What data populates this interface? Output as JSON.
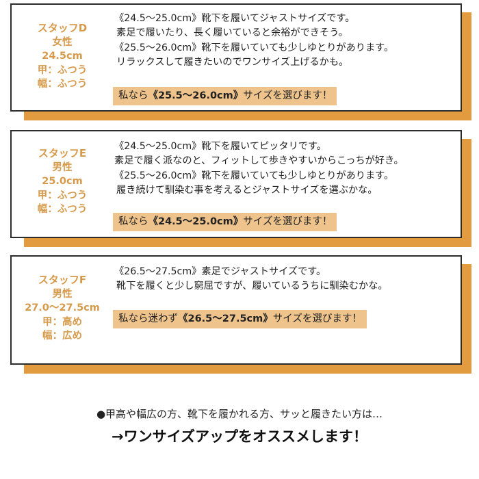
{
  "cards": [
    {
      "staff": {
        "name": "スタッフD",
        "gender": "女性",
        "size": "24.5cm",
        "instep": "甲：ふつう",
        "width": "幅：ふつう"
      },
      "lines": [
        "《24.5～25.0cm》靴下を履いてジャストサイズです。",
        "素足で履いたり、長く履いていると余裕ができそう。",
        "《25.5～26.0cm》靴下を履いていても少しゆとりがあります。",
        "リラックスして履きたいのでワンサイズ上げるかも。"
      ],
      "recommend": {
        "prefix": "私なら",
        "size": "《25.5～26.0cm》",
        "suffix": "サイズを選びます！"
      }
    },
    {
      "staff": {
        "name": "スタッフE",
        "gender": "男性",
        "size": "25.0cm",
        "instep": "甲：ふつう",
        "width": "幅：ふつう"
      },
      "lines": [
        "《24.5～25.0cm》靴下を履いてピッタリです。",
        "素足で履く派なのと、フィットして歩きやすいからこっちが好き。",
        "《25.5～26.0cm》靴下を履いていても少しゆとりがあります。",
        "履き続けて馴染む事を考えるとジャストサイズを選ぶかな。"
      ],
      "recommend": {
        "prefix": "私なら",
        "size": "《24.5～25.0cm》",
        "suffix": "サイズを選びます！"
      }
    },
    {
      "staff": {
        "name": "スタッフF",
        "gender": "男性",
        "size": "27.0～27.5cm",
        "instep": "甲：高め",
        "width": "幅：広め"
      },
      "lines": [
        "《26.5～27.5cm》素足でジャストサイズです。",
        "靴下を履くと少し窮屈ですが、履いているうちに馴染むかな。"
      ],
      "recommend": {
        "prefix": "私なら迷わず",
        "size": "《26.5～27.5cm》",
        "suffix": "サイズを選びます！"
      }
    }
  ],
  "footer": {
    "line1": "●甲高や幅広の方、靴下を履かれる方、サッと履きたい方は…",
    "line2": "→ワンサイズアップをオススメします！"
  },
  "colors": {
    "accent": "#e39b3f",
    "staff_text": "#d69a4a",
    "highlight": "#efc38c",
    "border": "#2b2b2b"
  }
}
